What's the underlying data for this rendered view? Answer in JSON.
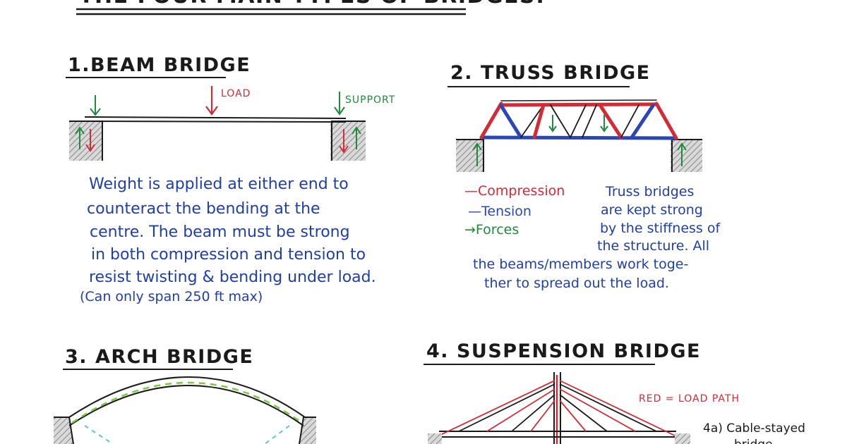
{
  "title": "THE FOUR MAIN TYPES OF BRIDGES:",
  "beam": {
    "heading": "1.BEAM BRIDGE",
    "load_label": "LOAD",
    "support_label": "SUPPORT",
    "desc_lines": [
      "Weight is applied at either end to",
      "counteract the bending at the",
      "centre. The beam must be strong",
      "in both compression and tension to",
      "resist twisting & bending under load."
    ],
    "span_note": "(Can only span 250 ft max)"
  },
  "truss": {
    "heading": "2. TRUSS BRIDGE",
    "legend": {
      "compression": "—Compression",
      "tension": "—Tension",
      "forces": "→Forces"
    },
    "desc_lines": [
      "Truss bridges",
      "are kept strong",
      "by the stiffness of",
      "the structure. All"
    ],
    "desc2_lines": [
      "the beams/members work toge-",
      "ther to spread out the load."
    ]
  },
  "arch": {
    "heading": "3. ARCH BRIDGE"
  },
  "suspension": {
    "heading": "4. SUSPENSION BRIDGE",
    "red_note": "RED = LOAD PATH",
    "sub_label_lines": [
      "4a) Cable-stayed",
      "bridge"
    ]
  },
  "colors": {
    "compression": "#d42a35",
    "tension": "#2a47b5",
    "forces": "#1f8a3a",
    "text_blue": "#1f3fa8",
    "ink": "#1a1a1a"
  }
}
